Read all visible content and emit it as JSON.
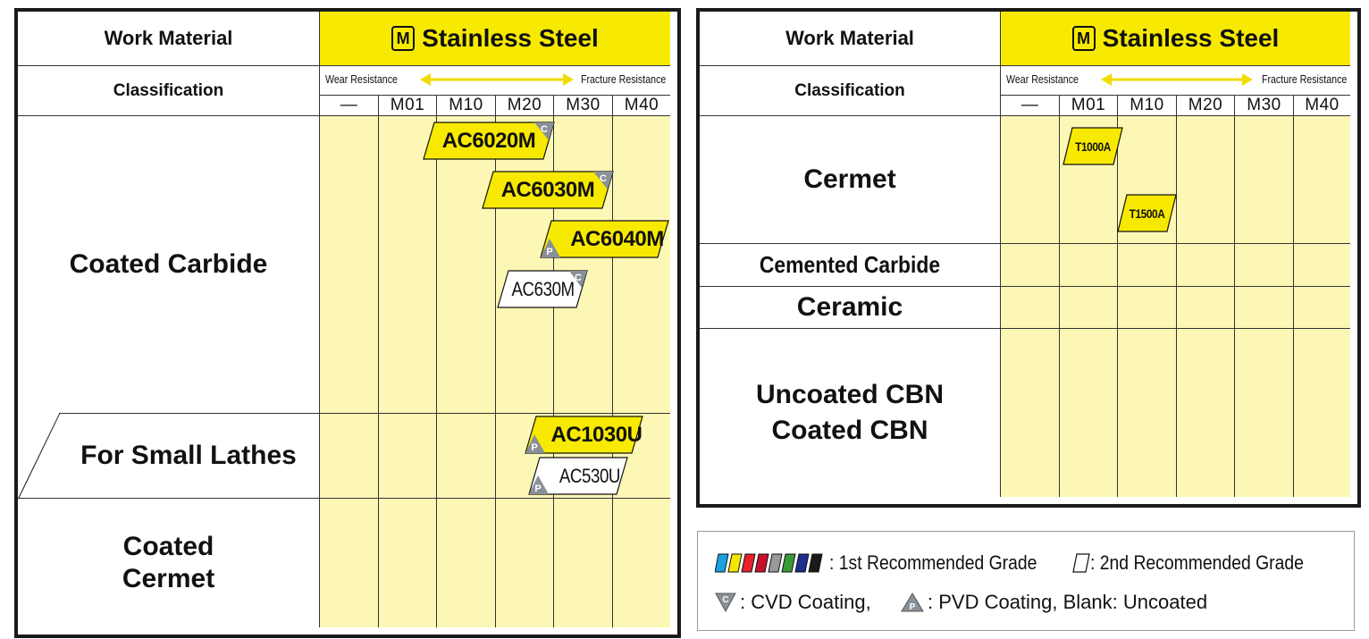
{
  "colors": {
    "yellow_header": "#f7ea00",
    "yellow_cell": "#fdf7b6",
    "arrow": "#f7ea00",
    "cvd_mark": "#8a9098",
    "pvd_mark": "#8a9098"
  },
  "left_panel": {
    "work_material_label": "Work Material",
    "material_badge": "M",
    "material_name": "Stainless Steel",
    "classification_label": "Classification",
    "wear_resistance": "Wear Resistance",
    "fracture_resistance": "Fracture Resistance",
    "columns": [
      "—",
      "M01",
      "M10",
      "M20",
      "M30",
      "M40"
    ],
    "rows": [
      "Coated Carbide",
      "For Small Lathes",
      "Coated Cermet"
    ],
    "grades": [
      {
        "name": "AC6020M",
        "rank": "1st",
        "coating": "CVD",
        "coating_mark": "C"
      },
      {
        "name": "AC6030M",
        "rank": "1st",
        "coating": "CVD",
        "coating_mark": "C"
      },
      {
        "name": "AC6040M",
        "rank": "1st",
        "coating": "PVD",
        "coating_mark": "P"
      },
      {
        "name": "AC630M",
        "rank": "2nd",
        "coating": "CVD",
        "coating_mark": "C"
      },
      {
        "name": "AC1030U",
        "rank": "1st",
        "coating": "PVD",
        "coating_mark": "P"
      },
      {
        "name": "AC530U",
        "rank": "2nd",
        "coating": "PVD",
        "coating_mark": "P"
      }
    ]
  },
  "right_panel": {
    "work_material_label": "Work Material",
    "material_badge": "M",
    "material_name": "Stainless Steel",
    "classification_label": "Classification",
    "wear_resistance": "Wear Resistance",
    "fracture_resistance": "Fracture Resistance",
    "columns": [
      "—",
      "M01",
      "M10",
      "M20",
      "M30",
      "M40"
    ],
    "rows": [
      "Cermet",
      "Cemented Carbide",
      "Ceramic",
      "Uncoated CBN",
      "Coated CBN"
    ],
    "grades": [
      {
        "name": "T1000A",
        "rank": "1st",
        "coating": "Uncoated"
      },
      {
        "name": "T1500A",
        "rank": "1st",
        "coating": "Uncoated"
      }
    ]
  },
  "legend": {
    "first_text": ": 1st Recommended Grade",
    "second_text": ": 2nd Recommended Grade",
    "cvd_text": ": CVD Coating,",
    "pvd_text": ": PVD Coating, Blank: Uncoated",
    "cvd_mark": "C",
    "pvd_mark": "P",
    "swatch_colors": [
      "#1aa0e0",
      "#f2e600",
      "#e8202a",
      "#c8102e",
      "#9a9a9a",
      "#3a9a3a",
      "#1c2f8f",
      "#1a1a1a"
    ]
  }
}
